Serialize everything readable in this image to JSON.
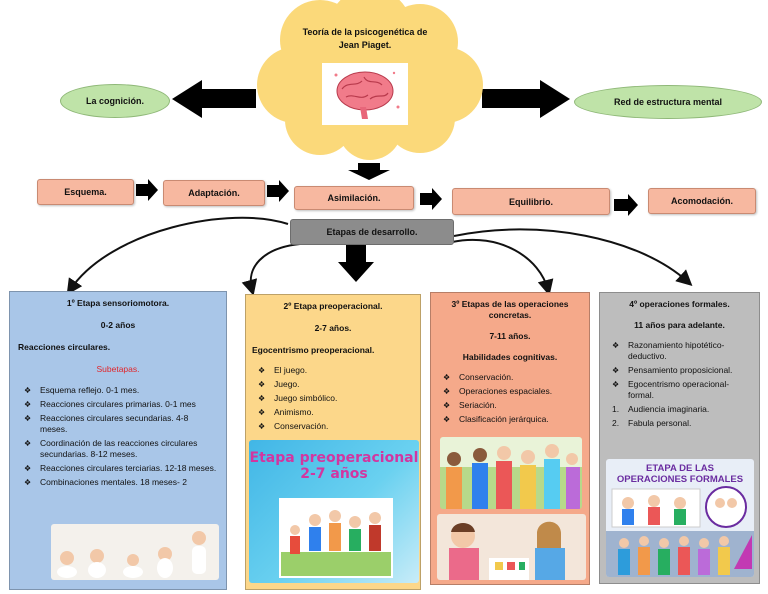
{
  "cloud": {
    "title": "Teoría de la psicogenética de Jean Piaget."
  },
  "left_ellipse": "La cognición.",
  "right_ellipse": "Red de estructura mental",
  "concepts": [
    "Esquema.",
    "Adaptación.",
    "Asimilación.",
    "Equilibrio.",
    "Acomodación."
  ],
  "etapas_label": "Etapas de desarrollo.",
  "stage1": {
    "title": "1º Etapa sensoriomotora.",
    "age": "0-2 años",
    "heading": "Reacciones circulares.",
    "subheading": "Subetapas.",
    "subheading_color": "#e0262b",
    "items": [
      "Esquema reflejo. 0-1 mes.",
      "Reacciones circulares primarias. 0-1 mes",
      "Reacciones circulares secundarias. 4-8 meses.",
      "Coordinación de las reacciones circulares secundarias. 8-12 meses.",
      "Reacciones circulares terciarias. 12-18 meses.",
      "Combinaciones mentales. 18 meses- 2"
    ]
  },
  "stage2": {
    "title": "2º Etapa preoperacional.",
    "age": "2-7 años.",
    "heading": "Egocentrismo preoperacional.",
    "items": [
      "El juego.",
      "Juego.",
      "Juego simbólico.",
      "Animismo.",
      "Conservación."
    ],
    "image_title_line1": "Etapa preoperacional",
    "image_title_line2": "2-7 años"
  },
  "stage3": {
    "title": "3º Etapas de las operaciones concretas.",
    "age": "7-11 años.",
    "heading": "Habilidades cognitivas.",
    "items": [
      "Conservación.",
      "Operaciones espaciales.",
      "Seriación.",
      "Clasificación jerárquica."
    ]
  },
  "stage4": {
    "title": "4º operaciones formales.",
    "age": "11 años para adelante.",
    "bullets": [
      "Razonamiento hipotético-deductivo.",
      "Pensamiento proposicional.",
      "Egocentrismo operacional-formal."
    ],
    "numbered": [
      "Audiencia imaginaria.",
      "Fabula personal."
    ],
    "image_title_line1": "ETAPA DE LAS",
    "image_title_line2": "OPERACIONES FORMALES"
  },
  "colors": {
    "cloud": "#fbd97a",
    "ellipse": "#bfe3a8",
    "concept": "#f7b8a0",
    "stage1": "#a9c6e8",
    "stage2": "#fcd78a",
    "stage3": "#f5a98a",
    "stage4": "#bdbdbd"
  }
}
